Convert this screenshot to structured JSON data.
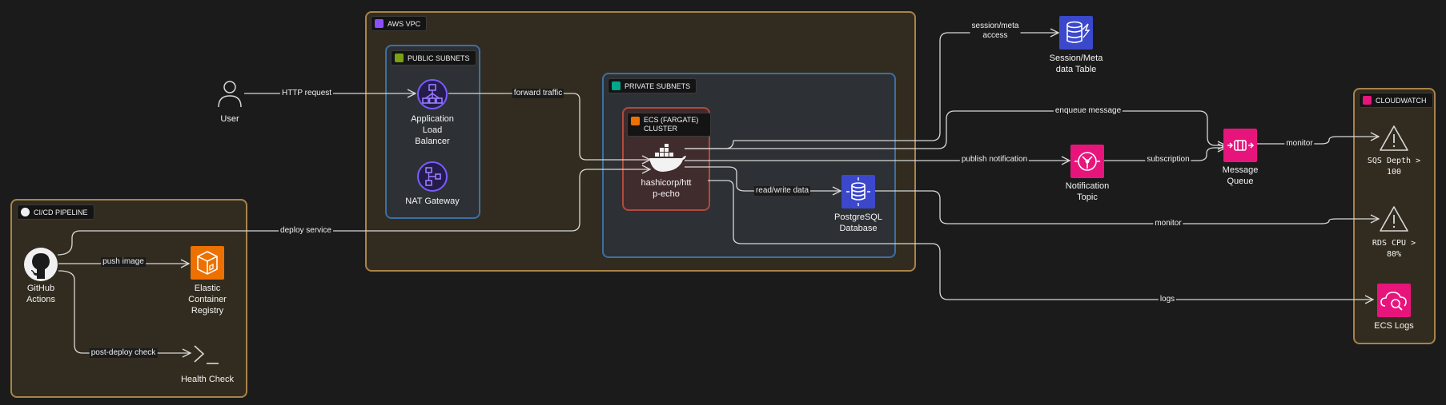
{
  "groups": {
    "cicd": "CI/CD PIPELINE",
    "vpc": "AWS VPC",
    "public": "PUBLIC SUBNETS",
    "private": "PRIVATE SUBNETS",
    "ecs": "ECS (FARGATE) CLUSTER",
    "cloudwatch": "CLOUDWATCH"
  },
  "nodes": {
    "user": "User",
    "alb": [
      "Application",
      "Load",
      "Balancer"
    ],
    "nat": "NAT Gateway",
    "app": [
      "hashicorp/htt",
      "p-echo"
    ],
    "postgres": [
      "PostgreSQL",
      "Database"
    ],
    "session_table": [
      "Session/Meta",
      "data Table"
    ],
    "topic": [
      "Notification",
      "Topic"
    ],
    "queue": [
      "Message",
      "Queue"
    ],
    "github": [
      "GitHub",
      "Actions"
    ],
    "ecr": [
      "Elastic",
      "Container",
      "Registry"
    ],
    "health": "Health Check",
    "sqs_alarm": [
      "SQS Depth >",
      "100"
    ],
    "rds_alarm": [
      "RDS CPU >",
      "80%"
    ],
    "ecs_logs": "ECS Logs"
  },
  "edges": {
    "http_request": "HTTP request",
    "forward_traffic": "forward traffic",
    "session_access": [
      "session/meta",
      "access"
    ],
    "enqueue": "enqueue message",
    "publish": "publish notification",
    "subscription": "subscription",
    "monitor_sqs": "monitor",
    "read_write": "read/write data",
    "monitor_rds": "monitor",
    "deploy": "deploy service",
    "push_image": "push image",
    "post_deploy": "post-deploy check",
    "logs": "logs"
  },
  "colors": {
    "background": "#1c1b1b",
    "group_orange": "#a8834a",
    "group_blue": "#3d6fa3",
    "group_red": "#b04a3c",
    "network_purple": "#5a3fc0",
    "storage_orange": "#ed7100",
    "database_blue": "#3b48cc",
    "integration_pink": "#e7157b",
    "line": "#d8d8d8"
  }
}
